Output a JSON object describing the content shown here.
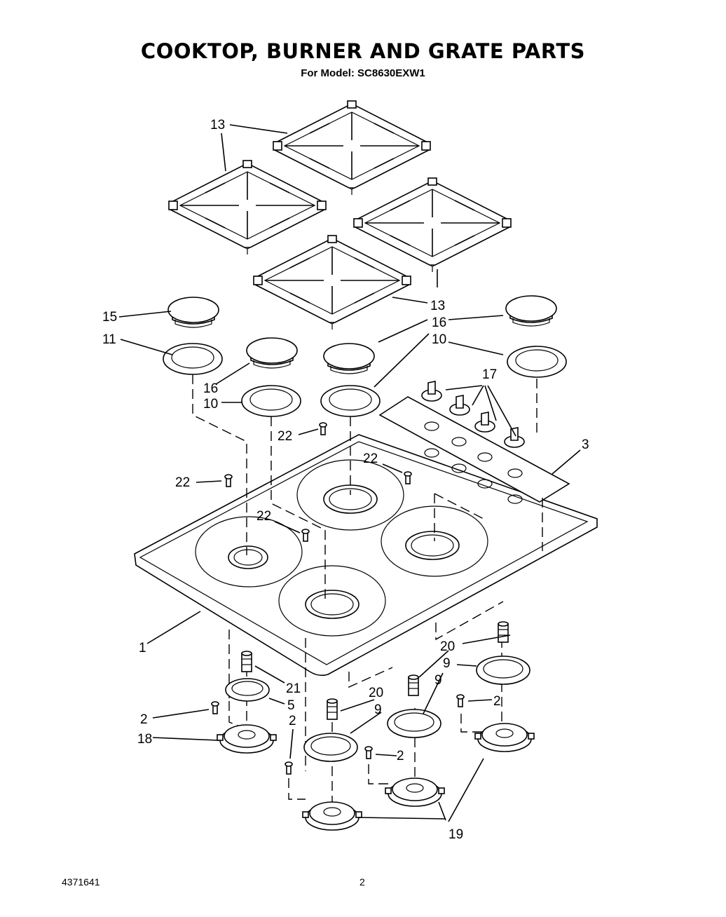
{
  "title": "COOKTOP, BURNER AND GRATE PARTS",
  "subtitle": "For Model: SC8630EXW1",
  "document_number": "4371641",
  "page_number": "2",
  "callouts": {
    "grate_top": "13",
    "grate_left": "13",
    "grate_front": "13",
    "cap_small": "15",
    "ring_small": "11",
    "cap_left": "16",
    "cap_right": "16",
    "ring_left": "10",
    "ring_right": "10",
    "knobs": "17",
    "control_panel": "3",
    "screw_a": "22",
    "screw_b": "22",
    "screw_c": "22",
    "screw_d": "22",
    "cooktop": "1",
    "orifice_left": "21",
    "bracket_left": "5",
    "screw_2a": "2",
    "screw_2b": "2",
    "screw_2c": "2",
    "screw_2d": "2",
    "base_left": "18",
    "orifice_a": "20",
    "orifice_b": "20",
    "bracket_a": "9",
    "bracket_b": "9",
    "bracket_c": "9",
    "bases": "19"
  }
}
